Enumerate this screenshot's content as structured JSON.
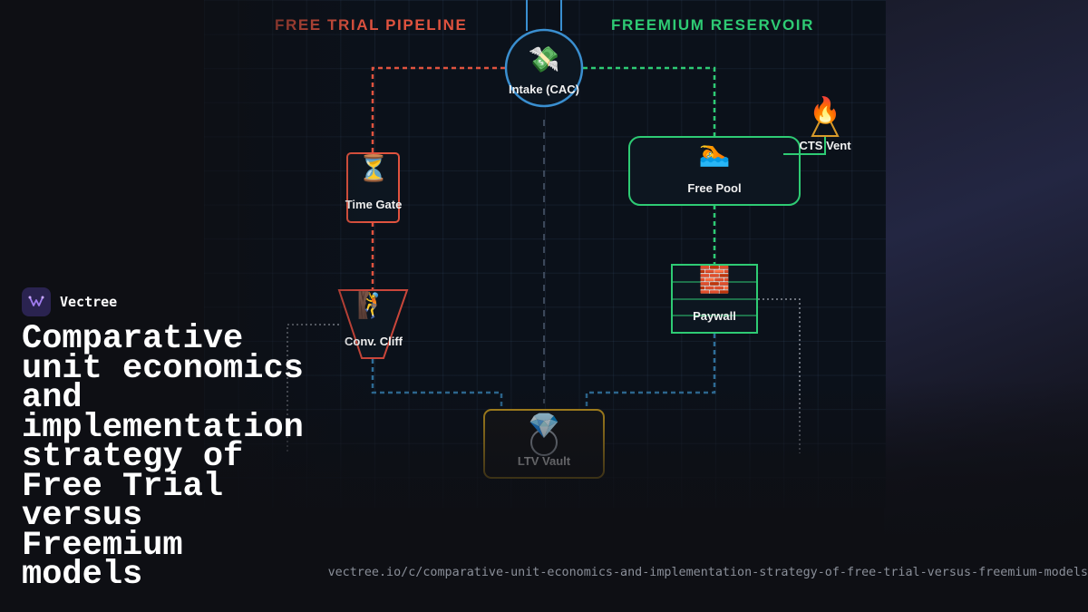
{
  "diagram": {
    "lanes": {
      "left_title": "FREE TRIAL PIPELINE",
      "right_title": "FREEMIUM RESERVOIR"
    },
    "colors": {
      "trial": "#e0533f",
      "freemium": "#2ecb74",
      "intake": "#3a8fd0",
      "flow_bottom": "#2f6f9a",
      "vault": "#c79a1e"
    },
    "nodes": {
      "intake": {
        "label": "Intake (CAC)",
        "icon": "money-with-wings-icon",
        "glyph": "💸"
      },
      "time_gate": {
        "label": "Time Gate",
        "icon": "hourglass-icon",
        "glyph": "⏳"
      },
      "conv_cliff": {
        "label": "Conv. Cliff",
        "icon": "person-climbing-icon",
        "glyph": "🧗"
      },
      "free_pool": {
        "label": "Free Pool",
        "icon": "swimmer-icon",
        "glyph": "🏊"
      },
      "cts_vent": {
        "label": "CTS Vent",
        "icon": "fire-icon",
        "glyph": "🔥"
      },
      "paywall": {
        "label": "Paywall",
        "icon": "brick-icon",
        "glyph": "🧱"
      },
      "ltv_vault": {
        "label": "LTV Vault",
        "icon": "gem-icon",
        "glyph": "💎"
      }
    }
  },
  "brand": {
    "name": "Vectree",
    "logo_icon": "vectree-logo-icon"
  },
  "headline": "Comparative unit economics and implementation strategy of Free Trial versus Freemium models",
  "url": "vectree.io/c/comparative-unit-economics-and-implementation-strategy-of-free-trial-versus-freemium-models"
}
